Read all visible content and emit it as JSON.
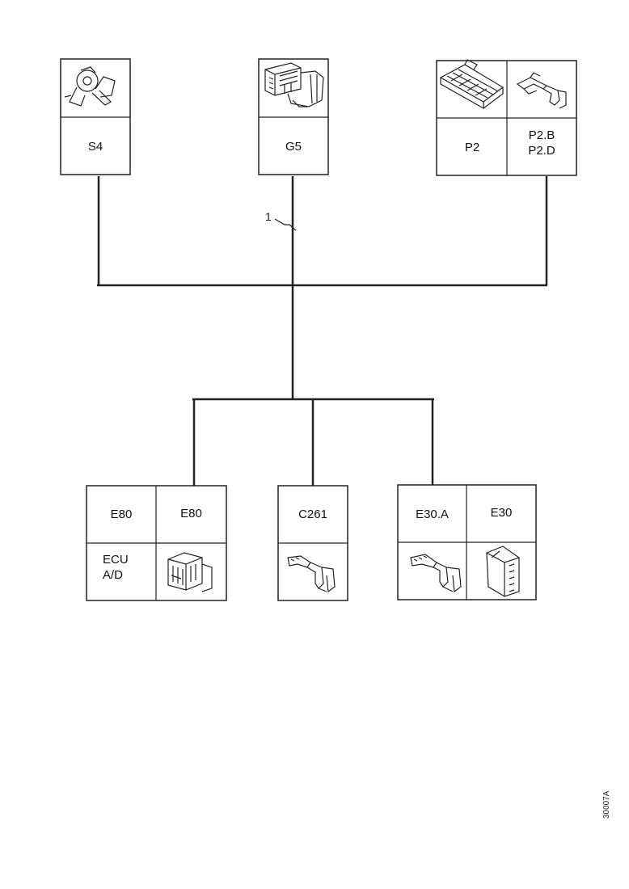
{
  "diagram": {
    "callout_label": "1",
    "side_code": "30007A",
    "connectors_top": [
      {
        "id": "s4",
        "labels": [
          "S4"
        ],
        "pictures": [
          "key-switch-icon"
        ]
      },
      {
        "id": "g5",
        "labels": [
          "G5"
        ],
        "pictures": [
          "connector-housing-icon"
        ]
      },
      {
        "id": "p2",
        "labels": [
          "P2",
          "P2.B\nP2.D"
        ],
        "pictures": [
          "connector-block-icon",
          "terminal-pin-icon"
        ]
      }
    ],
    "connectors_bottom": [
      {
        "id": "e80",
        "labels": [
          "E80",
          "E80",
          "ECU\nA/D"
        ],
        "pictures": [
          "connector-housing-icon"
        ]
      },
      {
        "id": "c261",
        "labels": [
          "C261"
        ],
        "pictures": [
          "terminal-pin-icon"
        ]
      },
      {
        "id": "e30",
        "labels": [
          "E30.A",
          "E30"
        ],
        "pictures": [
          "terminal-pin-icon",
          "connector-block-icon"
        ]
      }
    ]
  }
}
